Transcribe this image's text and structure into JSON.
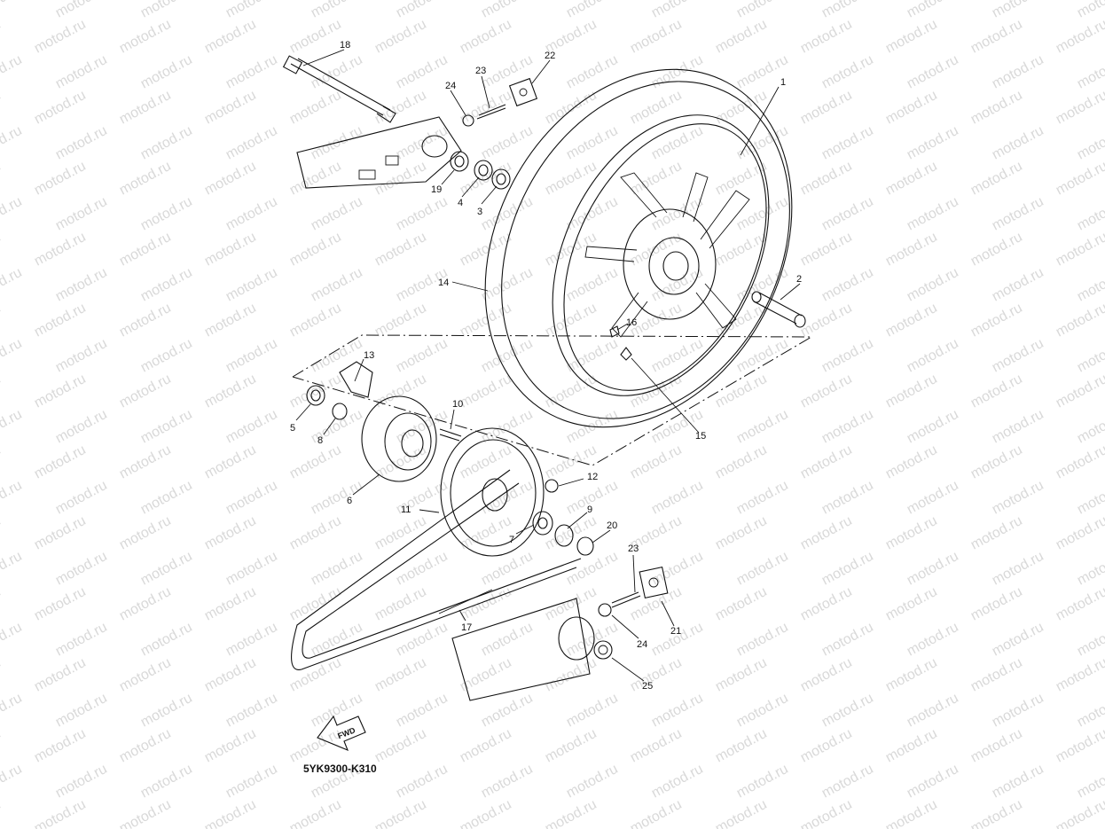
{
  "diagram": {
    "code": "5YK9300-K310",
    "fwd_label": "FWD",
    "watermark": "motod.ru",
    "callouts": [
      "1",
      "2",
      "3",
      "4",
      "5",
      "6",
      "7",
      "8",
      "9",
      "10",
      "11",
      "12",
      "13",
      "14",
      "15",
      "16",
      "17",
      "18",
      "19",
      "20",
      "21",
      "22",
      "23",
      "23",
      "24",
      "24",
      "25"
    ]
  }
}
